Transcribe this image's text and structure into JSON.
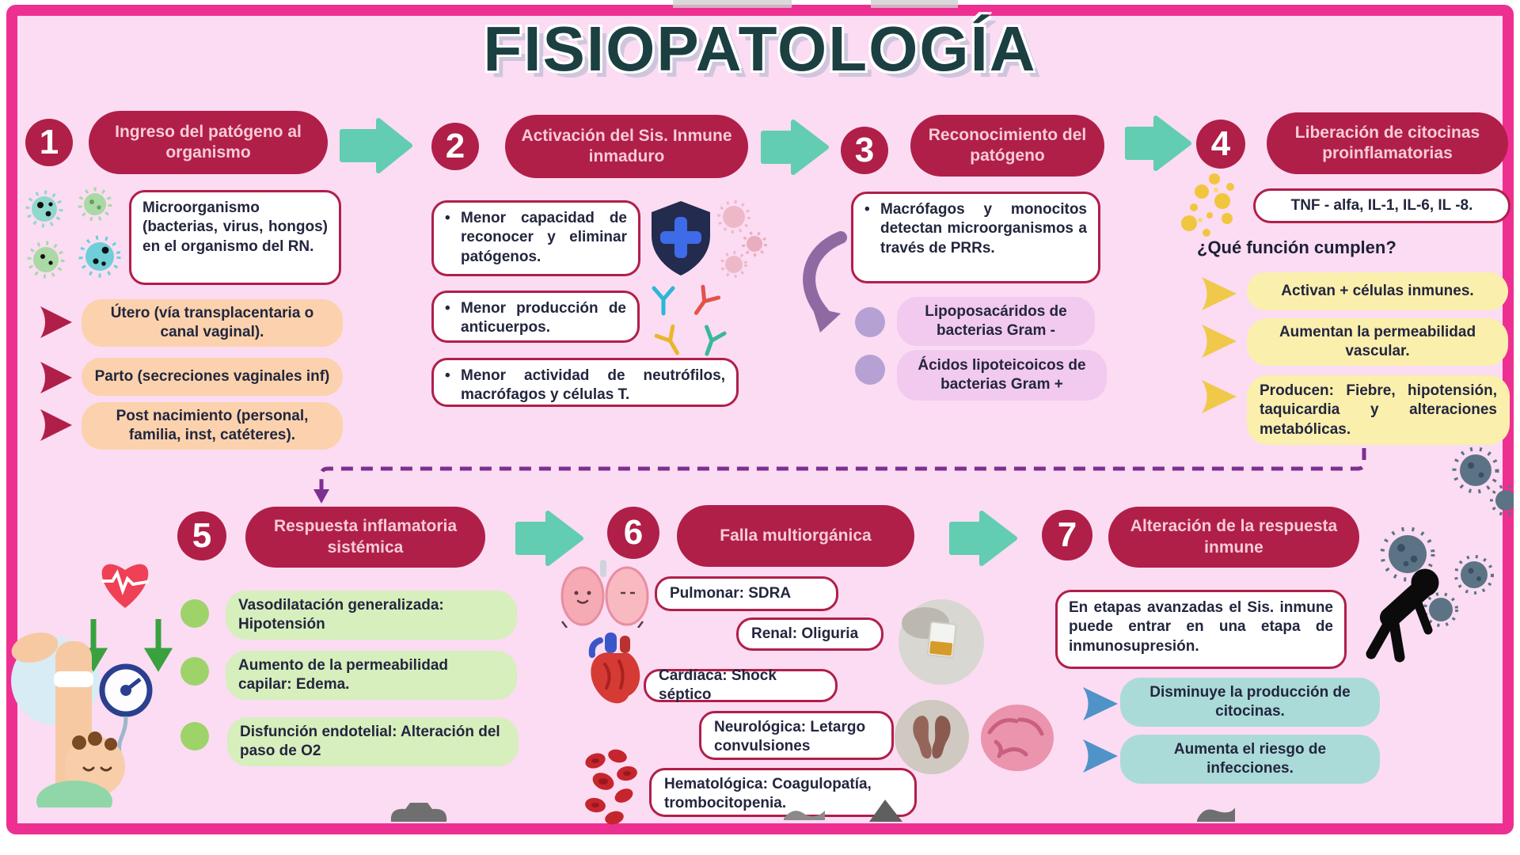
{
  "title": "FISIOPATOLOGÍA",
  "ui": {
    "bullet": "•"
  },
  "colors": {
    "frame_border": "#ee2f92",
    "background": "#fbdcf3",
    "step_red": "#b01f48",
    "header_text": "#f6cbd7",
    "teal_arrow": "#62cdb0",
    "peach_pill": "#fbd2ad",
    "yellow_pill": "#faefad",
    "lilac_pill": "#f2c9ef",
    "green_pill": "#d7eebd",
    "teal_pill": "#abdbd8",
    "dashed_connector": "#7d2f8f",
    "body_text": "#23263e",
    "title_color": "#1c3f41"
  },
  "steps": {
    "s1": {
      "num": "1",
      "header": "Ingreso del patógeno al organismo",
      "box": "Microorganismo (bacterias, virus, hongos) en el organismo del RN.",
      "pills": [
        "Útero (vía transplacentaria o canal vaginal).",
        "Parto (secreciones vaginales inf)",
        "Post nacimiento (personal, familia, inst, catéteres)."
      ]
    },
    "s2": {
      "num": "2",
      "header": "Activación del Sis. Inmune inmaduro",
      "boxes": [
        "Menor capacidad de reconocer y eliminar patógenos.",
        "Menor producción de anticuerpos.",
        "Menor actividad de neutrófilos, macrófagos y células T."
      ]
    },
    "s3": {
      "num": "3",
      "header": "Reconocimiento del patógeno",
      "box": "Macrófagos y monocitos detectan microorganismos a través de PRRs.",
      "pills": [
        "Lipoposacáridos de bacterias Gram -",
        "Ácidos lipoteicoicos de bacterias Gram +"
      ]
    },
    "s4": {
      "num": "4",
      "header": "Liberación de citocinas proinflamatorias",
      "box": "TNF - alfa, IL-1, IL-6, IL -8.",
      "question": "¿Qué función cumplen?",
      "pills": [
        "Activan + células inmunes.",
        "Aumentan la permeabilidad vascular.",
        "Producen: Fiebre, hipotensión, taquicardia y alteraciones metabólicas."
      ]
    },
    "s5": {
      "num": "5",
      "header": "Respuesta inflamatoria sistémica",
      "pills": [
        "Vasodilatación generalizada: Hipotensión",
        "Aumento de la permeabilidad capilar: Edema.",
        "Disfunción endotelial: Alteración del paso de O2"
      ]
    },
    "s6": {
      "num": "6",
      "header": "Falla multiorgánica",
      "items": [
        {
          "label": "Pulmonar:",
          "value": " SDRA"
        },
        {
          "label": "Renal:",
          "value": " Oliguria"
        },
        {
          "label": "Cardíaca:",
          "value": " Shock séptico"
        },
        {
          "label": "Neurológica:",
          "value": " Letargo convulsiones"
        },
        {
          "label": "Hematológica:",
          "value": " Coagulopatía, trombocitopenia."
        }
      ]
    },
    "s7": {
      "num": "7",
      "header": "Alteración de la respuesta inmune",
      "box": "En etapas avanzadas el Sis. inmune puede entrar en una etapa de inmunosupresión.",
      "pills": [
        "Disminuye la producción de citocinas.",
        "Aumenta el riesgo de infecciones."
      ]
    }
  }
}
